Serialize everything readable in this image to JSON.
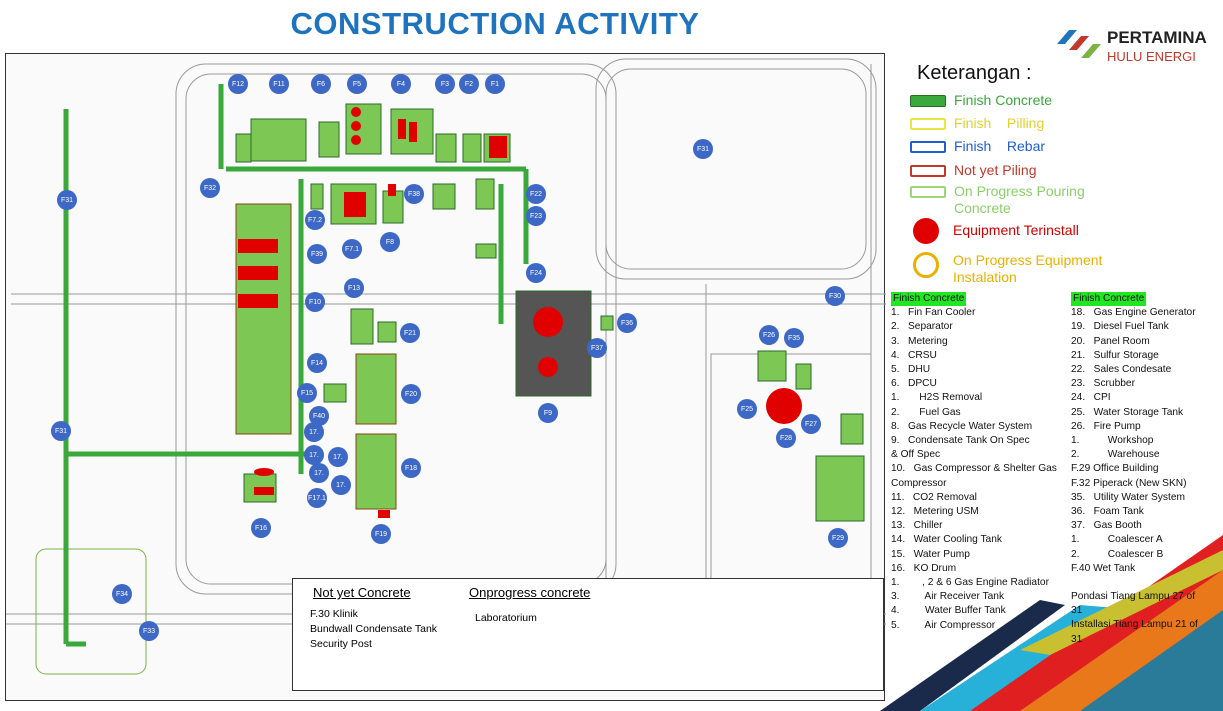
{
  "title": "CONSTRUCTION ACTIVITY",
  "logo": {
    "name": "PERTAMINA",
    "sub": "HULU ENERGI"
  },
  "legend": {
    "heading": "Keterangan :",
    "items": [
      {
        "label": "Finish Concrete",
        "color": "#3aa83a"
      },
      {
        "label": "Finish    Pilling",
        "color": "#e8e840"
      },
      {
        "label": "Finish    Rebar",
        "color": "#1e5fd0"
      },
      {
        "label": "Not yet Piling",
        "color": "#c0392b"
      },
      {
        "label": "On Progress Pouring Concrete",
        "color": "#9bd67a"
      },
      {
        "label": "Equipment Terinstall",
        "color": "#d80000"
      },
      {
        "label": "On Progress Equipment Instalation",
        "color": "#e8b100"
      }
    ]
  },
  "list_left": {
    "header": "Finish Concrete",
    "items": [
      "1.   Fin Fan Cooler",
      "2.   Separator",
      "3.   Metering",
      "4.   CRSU",
      "5.   DHU",
      "6.   DPCU",
      "1.       H2S Removal",
      "2.       Fuel Gas",
      "8.   Gas Recycle Water System",
      "9.   Condensate Tank On Spec",
      "& Off Spec",
      "10.   Gas Compressor & Shelter Gas",
      "Compressor",
      "11.   CO2 Removal",
      "12.   Metering USM",
      "13.   Chiller",
      "14.   Water Cooling Tank",
      "15.   Water Pump",
      "16.   KO Drum",
      "1.        , 2 & 6 Gas Engine Radiator",
      "3.         Air Receiver Tank",
      "4.         Water Buffer Tank",
      "5.         Air Compressor"
    ]
  },
  "list_right": {
    "header": "Finish Concrete",
    "items": [
      "18.   Gas Engine Generator",
      "19.   Diesel Fuel Tank",
      "20.   Panel Room",
      "21.   Sulfur Storage",
      "22.   Sales Condesate",
      "23.   Scrubber",
      "24.   CPI",
      "25.   Water Storage Tank",
      "26.   Fire Pump",
      "1.          Workshop",
      "2.          Warehouse",
      "F.29 Office Building",
      "F.32 Piperack (New SKN)",
      "35.   Utility Water System",
      "36.   Foam Tank",
      "37.   Gas Booth",
      "1.          Coalescer A",
      "2.          Coalescer B",
      "F.40 Wet Tank",
      "",
      "Pondasi Tiang Lampu 27 of",
      "31",
      "Installasi Tiang Lampu 21 of",
      "31"
    ]
  },
  "bottom": {
    "not_yet_title": "Not yet Concrete",
    "not_yet": [
      "F.30 Klinik",
      "Bundwall Condensate Tank",
      "Security Post"
    ],
    "onprogress_title": "Onprogress concrete",
    "onprogress": [
      "Laboratorium"
    ]
  },
  "markers": [
    "F12",
    "F11",
    "F6",
    "F5",
    "F4",
    "F3",
    "F2",
    "F1",
    "F31",
    "F32",
    "F31",
    "F22",
    "F23",
    "F7.2",
    "F7.1",
    "F8",
    "F38",
    "F39",
    "F24",
    "F13",
    "F10",
    "F30",
    "F36",
    "F21",
    "F26",
    "F35",
    "F37",
    "F14",
    "F20",
    "F15",
    "F25",
    "F27",
    "F9",
    "F40",
    "F28",
    "F31",
    "F18",
    "F16",
    "F19",
    "F29",
    "F34",
    "F33",
    "17.",
    "17.",
    "17.",
    "17.",
    "17.",
    "F17.1"
  ]
}
